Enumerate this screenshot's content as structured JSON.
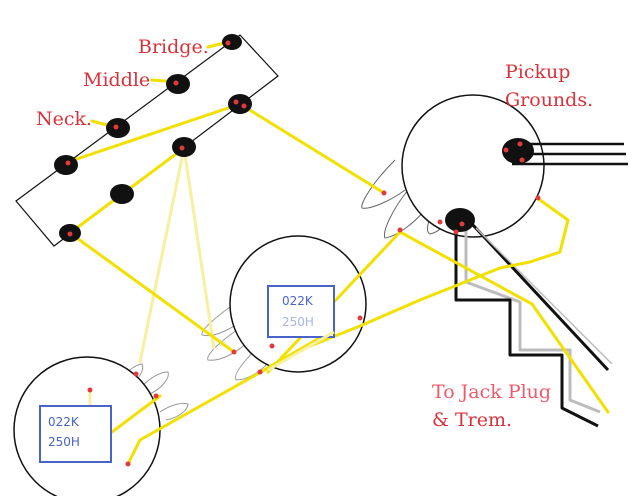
{
  "labels": {
    "bridge": "Bridge.",
    "middle": "Middle",
    "neck": "Neck.",
    "pickup_grounds_line1": "Pickup",
    "pickup_grounds_line2": "Grounds.",
    "jack_line1": "To Jack Plug",
    "jack_line2": "& Trem."
  },
  "capacitor_tone_upper": {
    "line1": "022K",
    "line2": "250H"
  },
  "capacitor_tone_lower": {
    "line1": "022K",
    "line2": "250H"
  },
  "colors": {
    "wire_yellow": "#f2e000",
    "wire_yellow_pale": "#f6f0a0",
    "wire_black": "#111111",
    "wire_grey": "#bcbcbc",
    "solder_red": "#e23a3a",
    "label_red": "#d8333b",
    "label_pink": "#ee5a6a",
    "cap_border": "#4a63c8",
    "cap_text": "#4a63c8"
  }
}
